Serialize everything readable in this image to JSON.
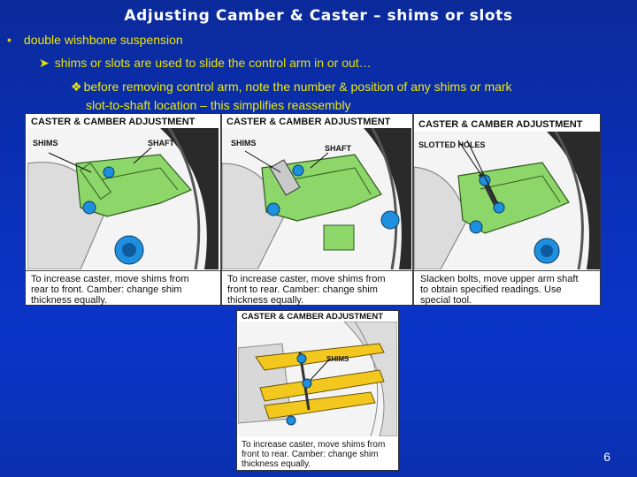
{
  "slide": {
    "title": "Adjusting Camber & Caster – shims or slots",
    "bullet1": "double wishbone suspension",
    "bullet2": "shims or slots are used to slide the control arm in or out…",
    "bullet3_line1": "before removing control arm, note the number & position of any shims or mark",
    "bullet3_line2": "slot-to-shaft location – this simplifies reassembly",
    "page_number": "6"
  },
  "figures": [
    {
      "title": "CASTER & CAMBER ADJUSTMENT",
      "labels": [
        "SHIMS",
        "SHAFT"
      ],
      "caption": [
        "To increase caster, move shims from",
        "rear to front. Camber: change shim",
        "thickness equally."
      ]
    },
    {
      "title": "CASTER & CAMBER ADJUSTMENT",
      "labels": [
        "SHIMS",
        "SHAFT"
      ],
      "caption": [
        "To increase caster, move shims from",
        "front to rear. Camber: change shim",
        "thickness equally."
      ]
    },
    {
      "title": "CASTER & CAMBER ADJUSTMENT",
      "labels": [
        "SLOTTED HOLES"
      ],
      "caption": [
        "Slacken bolts, move upper arm shaft",
        "to obtain specified readings. Use",
        "special tool."
      ]
    },
    {
      "title": "CASTER & CAMBER ADJUSTMENT",
      "labels": [
        "SHIMS"
      ],
      "caption": [
        "To increase caster, move shims from",
        "front to rear. Camber: change shim",
        "thickness equally."
      ]
    }
  ],
  "colors": {
    "arm_green": "#8cd66a",
    "arm_yellow": "#f2c81e",
    "bolt_blue": "#1f8fe0",
    "text_yellow": "#eae400"
  }
}
